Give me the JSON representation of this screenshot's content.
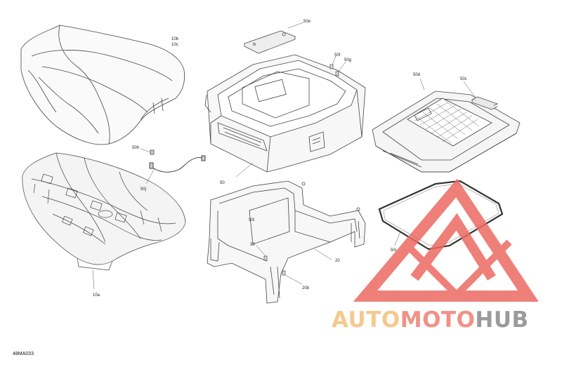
{
  "figure_code": "48MA033",
  "callouts": {
    "c_10b": "10b",
    "c_10c": "10c",
    "c_50e": "50e",
    "c_50f": "50f",
    "c_50g": "50g",
    "c_50d": "50d",
    "c_50c": "50c",
    "c_50h": "50h",
    "c_50j": "50j",
    "c_50": "50",
    "c_50i": "50i",
    "c_30": "30",
    "c_20": "20",
    "c_20b": "20b",
    "c_10a": "10a"
  },
  "watermark": {
    "part1": "AUTO",
    "part2": "MOTO",
    "part3": "HUB",
    "color_auto": "#f3c07c",
    "color_moto": "#ef7e72",
    "color_hub": "#8a8a8a",
    "triangle_color": "#ec6a62"
  }
}
